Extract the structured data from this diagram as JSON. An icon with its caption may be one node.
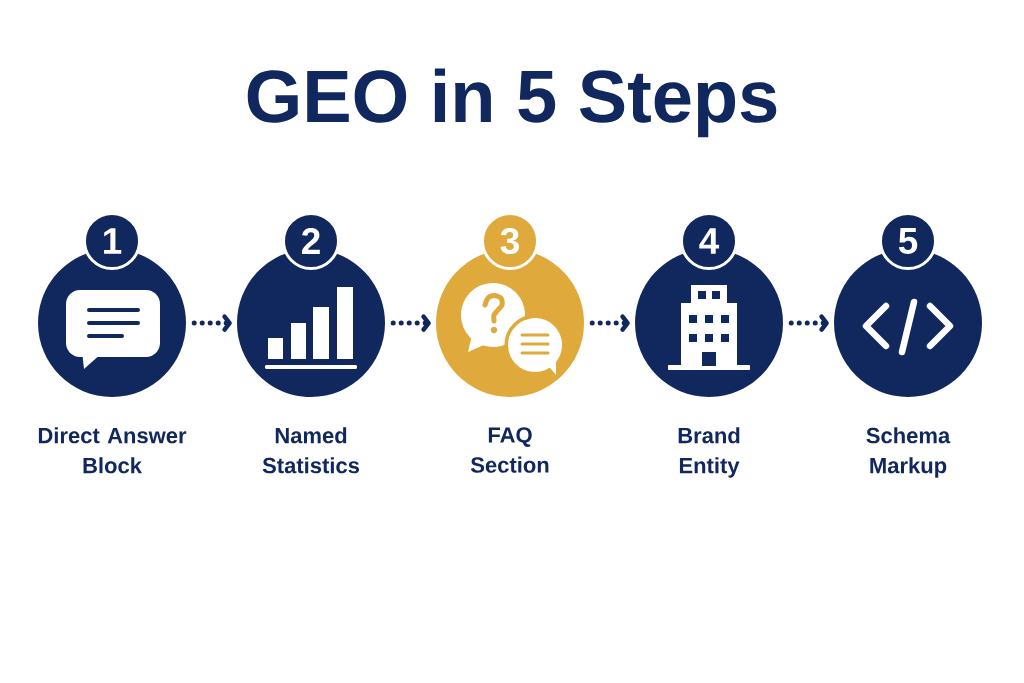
{
  "diagram": {
    "title": "GEO in 5 Steps",
    "nodes": [
      {
        "text": [
          "1"
        ],
        "beside": [
          "Direct Answer Block"
        ]
      },
      {
        "text": [
          "2"
        ],
        "beside": [
          "Named Statistics"
        ]
      },
      {
        "text": [
          "3"
        ],
        "beside": [
          "FAQ Section"
        ]
      },
      {
        "text": [
          "4"
        ],
        "beside": [
          "Brand Entity"
        ]
      },
      {
        "text": [
          "5"
        ],
        "beside": [
          "Schema Markup"
        ]
      }
    ],
    "edges": [
      {
        "from": 0,
        "to": 1,
        "arrow": "to"
      },
      {
        "from": 1,
        "to": 2,
        "arrow": "to"
      },
      {
        "from": 2,
        "to": 3,
        "arrow": "to"
      },
      {
        "from": 3,
        "to": 4,
        "arrow": "to"
      }
    ]
  }
}
